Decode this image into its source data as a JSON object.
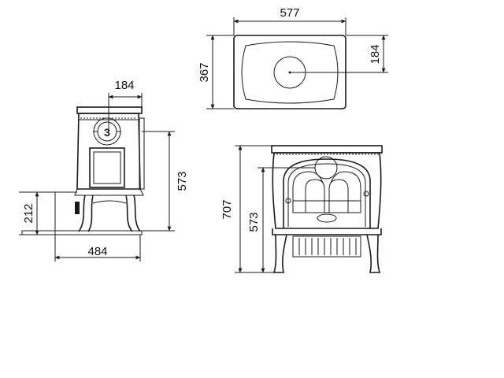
{
  "dimensions": {
    "side_depth_top": "184",
    "side_height": "573",
    "side_bottom_height": "212",
    "side_total_depth": "484",
    "top_width": "577",
    "top_depth": "367",
    "top_flue_offset": "184",
    "front_total_height": "707",
    "front_height": "573"
  }
}
